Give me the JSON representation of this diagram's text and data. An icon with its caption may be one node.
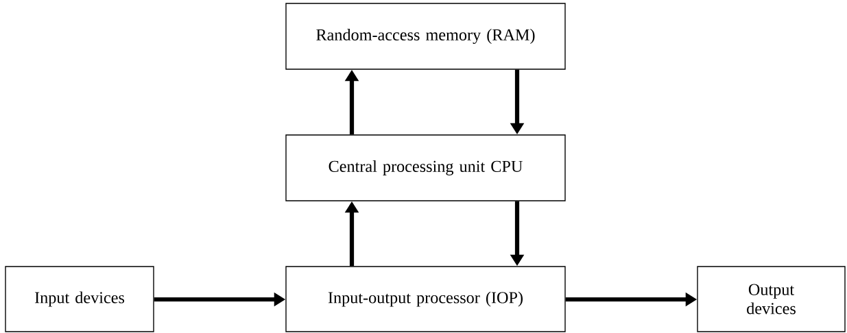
{
  "diagram": {
    "nodes": [
      {
        "text": [
          "Random-access memory (RAM)"
        ]
      },
      {
        "text": [
          "Central processing unit CPU"
        ]
      },
      {
        "text": [
          "Input devices"
        ]
      },
      {
        "text": [
          "Input-output processor (IOP)"
        ]
      },
      {
        "text": [
          "Output devices"
        ]
      }
    ],
    "edges": [
      {
        "from": 1,
        "to": 0,
        "arrow": "to"
      },
      {
        "from": 0,
        "to": 1,
        "arrow": "to"
      },
      {
        "from": 3,
        "to": 1,
        "arrow": "to"
      },
      {
        "from": 1,
        "to": 3,
        "arrow": "to"
      },
      {
        "from": 2,
        "to": 3,
        "arrow": "to"
      },
      {
        "from": 3,
        "to": 4,
        "arrow": "to"
      }
    ]
  }
}
